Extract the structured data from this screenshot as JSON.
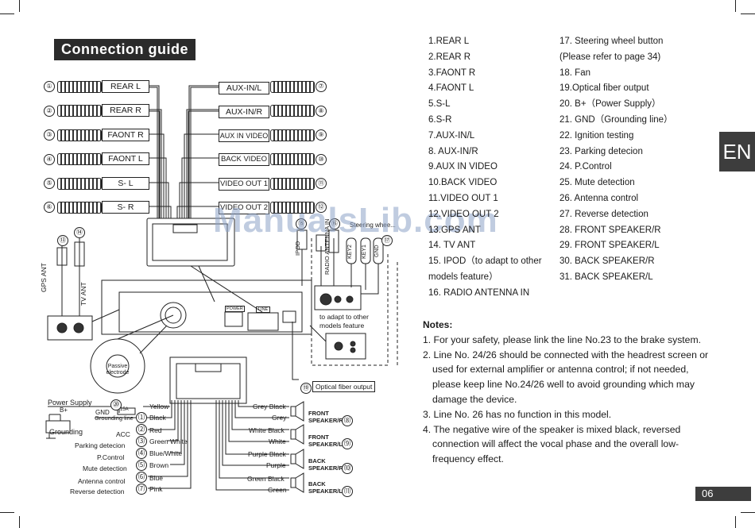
{
  "title": "Connection guide",
  "lang_tab": "EN",
  "page_number": "06",
  "watermark": "ManualsLib.com",
  "left_connectors": [
    {
      "num": "①",
      "label": "REAR L"
    },
    {
      "num": "②",
      "label": "REAR R"
    },
    {
      "num": "③",
      "label": "FAONT R"
    },
    {
      "num": "④",
      "label": "FAONT L"
    },
    {
      "num": "⑤",
      "label": "S- L"
    },
    {
      "num": "⑥",
      "label": "S- R"
    }
  ],
  "right_connectors": [
    {
      "num": "⑦",
      "label": "AUX-IN/L"
    },
    {
      "num": "⑧",
      "label": "AUX-IN/R"
    },
    {
      "num": "⑨",
      "label": "AUX IN VIDEO"
    },
    {
      "num": "⑩",
      "label": "BACK VIDEO"
    },
    {
      "num": "⑪",
      "label": "VIDEO OUT 1"
    },
    {
      "num": "⑫",
      "label": "VIDEO OUT 2"
    }
  ],
  "diagram": {
    "gps_ant": "GPS ANT",
    "tv_ant": "TV ANT",
    "num_13": "⑬",
    "num_14": "⑭",
    "ipod": "IPOD",
    "radio_antenna_in": "RADIO ANTENNA IN",
    "num_15": "⑮",
    "num_16": "⑯",
    "key2": "KEY2",
    "key1": "KEY1",
    "gnd": "GND",
    "num_17": "⑰",
    "steering_partial": "Steering whee...",
    "power": "POWER",
    "line": "LINE",
    "passive_electrode": "Passive electrode",
    "adapt_note": "to adapt to other models feature",
    "fiber_num": "⑲",
    "fiber_label": "Optical fiber output"
  },
  "power_section": {
    "power_supply": "Power Supply",
    "power_num": "⑳",
    "fuse": "15A",
    "b_plus": "B+",
    "gnd": "GND",
    "grounding": "Grounding",
    "grounding_line": "Grounding line",
    "grounding_num": "⑴"
  },
  "left_wires": [
    {
      "name": "",
      "color": "Yellow",
      "num": ""
    },
    {
      "name": "",
      "color": "Black",
      "num": "⑴"
    },
    {
      "name": "ACC",
      "color": "Red",
      "num": "⑵"
    },
    {
      "name": "Parking detecion",
      "color": "Green White",
      "num": "⑶"
    },
    {
      "name": "P.Control",
      "color": "Blue/White",
      "num": "⑷"
    },
    {
      "name": "Mute detection",
      "color": "Brown",
      "num": "⑸"
    },
    {
      "name": "Antenna control",
      "color": "Blue",
      "num": "⑹"
    },
    {
      "name": "Reverse detection",
      "color": "Pink",
      "num": "⑺"
    }
  ],
  "speakers": [
    {
      "wire1": "Grey Black",
      "wire2": "Grey",
      "label": "FRONT SPEAKER/R",
      "num": "⑻"
    },
    {
      "wire1": "White  Black",
      "wire2": "White",
      "label": "FRONT SPEAKER/L",
      "num": "⑼"
    },
    {
      "wire1": "Purple Black",
      "wire2": "Purple",
      "label": "BACK SPEAKER/R",
      "num": "⑽"
    },
    {
      "wire1": "Green  Black",
      "wire2": "Green",
      "label": "BACK SPEAKER/L",
      "num": "⑾"
    }
  ],
  "legend_col1": [
    "1.REAR L",
    "2.REAR R",
    "3.FAONT R",
    "4.FAONT L",
    "5.S-L",
    "6.S-R",
    "7.AUX-IN/L",
    "8. AUX-IN/R",
    "9.AUX IN VIDEO",
    "10.BACK VIDEO",
    "11.VIDEO OUT 1",
    "12.VIDEO OUT 2",
    "13.GPS ANT",
    "14. TV ANT",
    "15. IPOD（to adapt to other",
    "      models feature）",
    "16. RADIO ANTENNA IN"
  ],
  "legend_col2": [
    "17. Steering wheel button",
    "      (Please refer to page 34)",
    "18. Fan",
    "19.Optical fiber output",
    "20. B+（Power Supply）",
    "21. GND（Grounding line）",
    "22. Ignition testing",
    "23. Parking detecion",
    "24. P.Control",
    "25. Mute detection",
    "26. Antenna control",
    "27. Reverse detection",
    "28. FRONT SPEAKER/R",
    "29. FRONT SPEAKER/L",
    "30. BACK SPEAKER/R",
    "31. BACK SPEAKER/L"
  ],
  "notes_title": "Notes:",
  "notes": [
    "1. For your safety, please link the line No.23 to the brake system.",
    "2. Line No. 24/26 should be connected with the headrest screen or used for external amplifier or antenna control; if not needed, please keep line No.24/26 well to avoid grounding which may damage the device.",
    "3. Line No. 26 has no function in this model.",
    "4. The negative wire of the speaker is mixed black, reversed connection will affect the vocal phase and the overall low-frequency effect."
  ]
}
